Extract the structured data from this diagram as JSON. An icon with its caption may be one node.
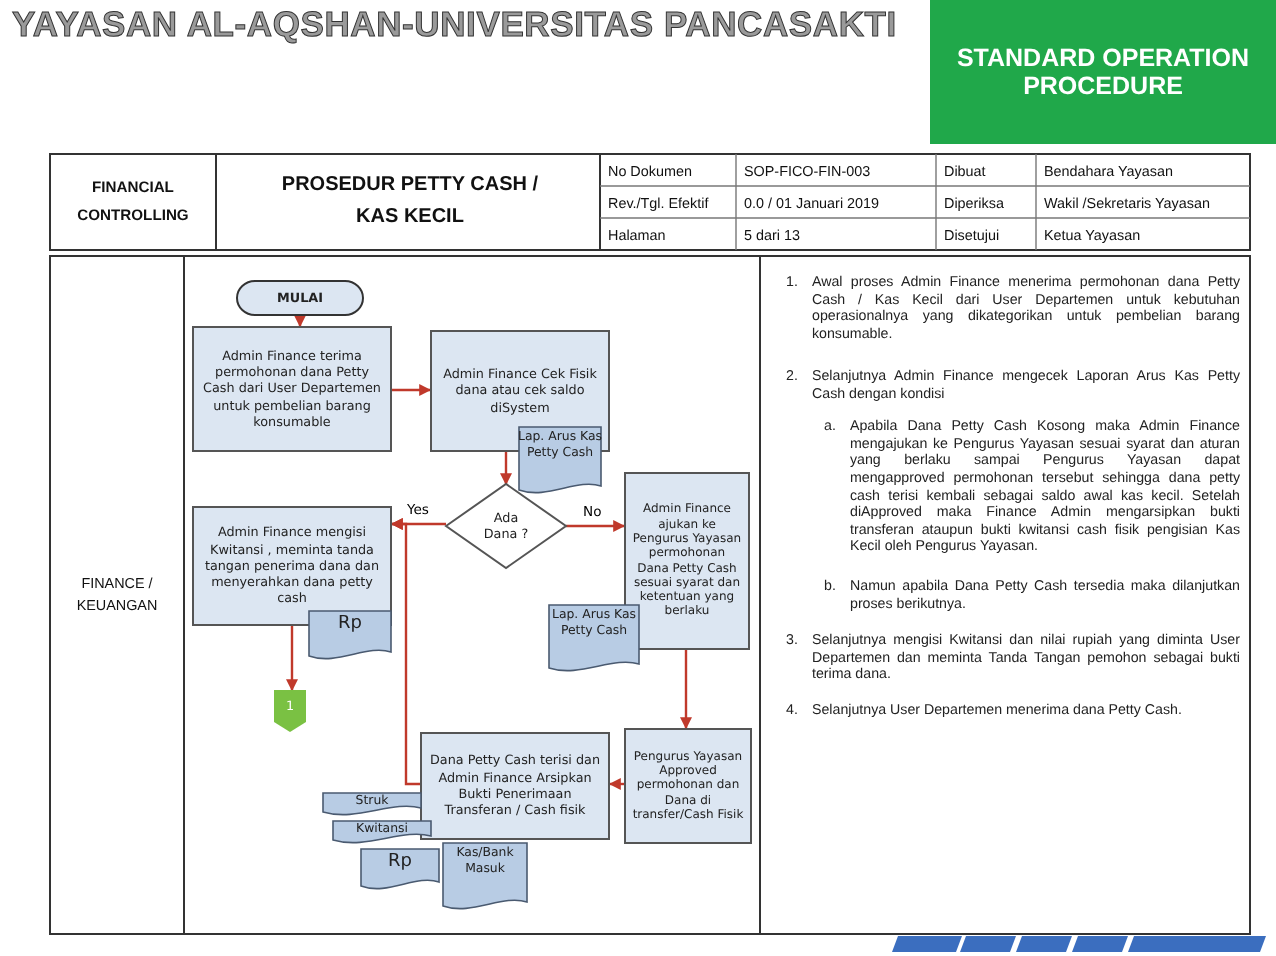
{
  "diagram": {
    "title": "PROSEDUR PETTY CASH / KAS KECIL",
    "nodes": [
      {
        "text": [
          "MULAI"
        ]
      },
      {
        "text": [
          "Admin Finance terima permohonan dana Petty Cash dari User Departemen untuk pembelian barang konsumable"
        ]
      },
      {
        "text": [
          "Admin Finance Cek Fisik dana atau cek saldo diSystem"
        ]
      },
      {
        "text": [
          "Lap. Arus Kas Petty Cash"
        ]
      },
      {
        "text": [
          "Ada Dana ?"
        ]
      },
      {
        "text": [
          "Admin Finance mengisi Kwitansi , meminta tanda tangan penerima dana dan menyerahkan dana petty cash"
        ]
      },
      {
        "text": [
          "Rp"
        ]
      },
      {
        "text": [
          "1"
        ]
      },
      {
        "text": [
          "Admin Finance ajukan ke Pengurus Yayasan permohonan Dana Petty Cash sesuai syarat dan ketentuan yang berlaku"
        ]
      },
      {
        "text": [
          "Lap. Arus Kas Petty Cash"
        ]
      },
      {
        "text": [
          "Pengurus Yayasan Approved permohonan dan Dana di transfer/Cash Fisik"
        ]
      },
      {
        "text": [
          "Dana Petty Cash terisi dan Admin Finance Arsipkan Bukti Penerimaan Transferan / Cash fisik"
        ]
      },
      {
        "text": [
          "Struk"
        ]
      },
      {
        "text": [
          "Kwitansi"
        ]
      },
      {
        "text": [
          "Rp"
        ]
      },
      {
        "text": [
          "Kas/Bank Masuk"
        ]
      }
    ],
    "edges": [
      {
        "from": 0,
        "to": 1,
        "arrow": "to"
      },
      {
        "from": 1,
        "to": 2,
        "arrow": "to"
      },
      {
        "from": 2,
        "to": 4,
        "arrow": "to"
      },
      {
        "from": 4,
        "to": 5,
        "arrow": "to",
        "label": "Yes"
      },
      {
        "from": 4,
        "to": 8,
        "arrow": "to",
        "label": "No"
      },
      {
        "from": 5,
        "to": 7,
        "arrow": "to"
      },
      {
        "from": 8,
        "to": 10,
        "arrow": "to"
      },
      {
        "from": 10,
        "to": 11,
        "arrow": "to"
      },
      {
        "from": 11,
        "to": 5,
        "arrow": "to"
      }
    ],
    "labels": [
      "YAYASAN AL-AQSHAN-UNIVERSITAS PANCASAKTI",
      "STANDARD OPERATION PROCEDURE",
      "FINANCIAL CONTROLLING",
      "No Dokumen",
      "SOP-FICO-FIN-003",
      "Dibuat",
      "Bendahara Yayasan",
      "Rev./Tgl. Efektif",
      "0.0 / 01 Januari  2019",
      "Diperiksa",
      "Wakil /Sekretaris Yayasan",
      "Halaman",
      "5  dari 13",
      "Disetujui",
      "Ketua Yayasan",
      "FINANCE / KEUANGAN",
      "1.",
      "Awal proses Admin Finance menerima permohonan dana Petty Cash / Kas Kecil dari User Departemen untuk kebutuhan operasionalnya yang dikategorikan untuk pembelian barang konsumable.",
      "2.",
      "Selanjutnya Admin Finance mengecek Laporan Arus Kas Petty Cash dengan kondisi",
      "a.",
      "Apabila Dana Petty Cash Kosong maka Admin Finance mengajukan ke Pengurus Yayasan sesuai syarat dan aturan yang berlaku sampai Pengurus Yayasan dapat mengapproved permohonan tersebut sehingga dana petty cash terisi kembali sebagai saldo awal kas kecil. Setelah diApproved maka Finance Admin mengarsipkan bukti transferan ataupun bukti kwitansi cash fisik pengisian Kas Kecil oleh Pengurus Yayasan.",
      "b.",
      "Namun apabila Dana Petty Cash tersedia maka dilanjutkan proses berikutnya.",
      "3.",
      "Selanjutnya mengisi Kwitansi dan nilai rupiah yang diminta User Departemen dan meminta Tanda Tangan pemohon sebagai bukti terima dana.",
      "4.",
      "Selanjutnya User Departemen menerima dana Petty Cash."
    ]
  }
}
